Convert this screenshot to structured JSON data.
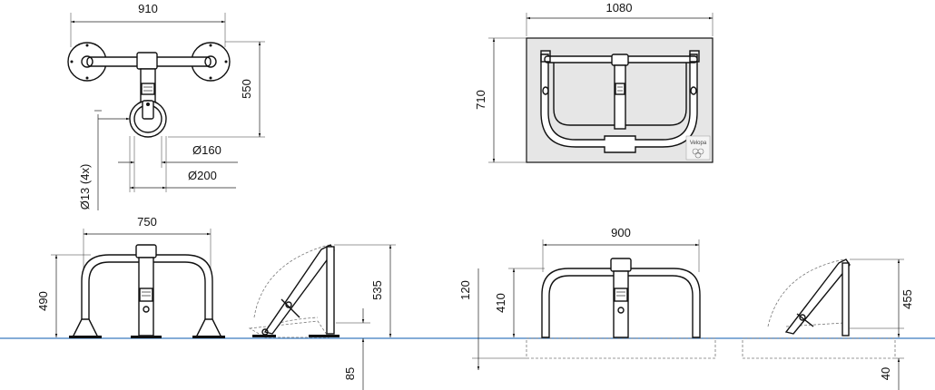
{
  "colors": {
    "line": "#111111",
    "ground": "#3b7bbf",
    "dashed": "#777777",
    "panel": "#e6e6e6"
  },
  "top_left": {
    "width_dim": "910",
    "depth_dim": "550",
    "dia_inner": "Ø160",
    "dia_outer": "Ø200",
    "hole_note": "Ø13 (4x)"
  },
  "top_right": {
    "width_dim": "1080",
    "depth_dim": "710",
    "logo_text": "Velopa"
  },
  "front_left": {
    "width_dim": "750",
    "height_dim": "490"
  },
  "side_left": {
    "height_dim": "535",
    "below_dim": "85"
  },
  "front_right": {
    "width_dim": "900",
    "height_dim": "410",
    "small_dim": "120"
  },
  "side_right": {
    "height_dim": "455",
    "below_dim": "40"
  }
}
